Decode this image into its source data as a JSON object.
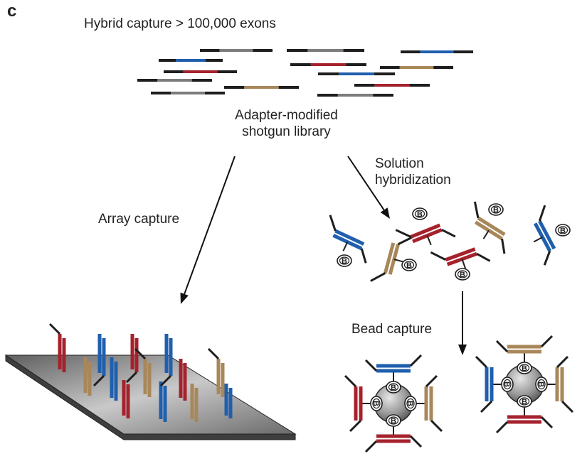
{
  "panel_letter": "c",
  "title": "Hybrid capture  > 100,000 exons",
  "library_label_line1": "Adapter-modified",
  "library_label_line2": "shotgun library",
  "array_capture_label": "Array capture",
  "solution_label_line1": "Solution",
  "solution_label_line2": "hybridization",
  "bead_capture_label": "Bead capture",
  "biotin_glyph": "B",
  "colors": {
    "adapter": "#1e1e1e",
    "blue": "#1f5fae",
    "red": "#a5222c",
    "tan": "#a8875a",
    "gray": "#7c7c7c",
    "slide": "#9a9a9a"
  }
}
